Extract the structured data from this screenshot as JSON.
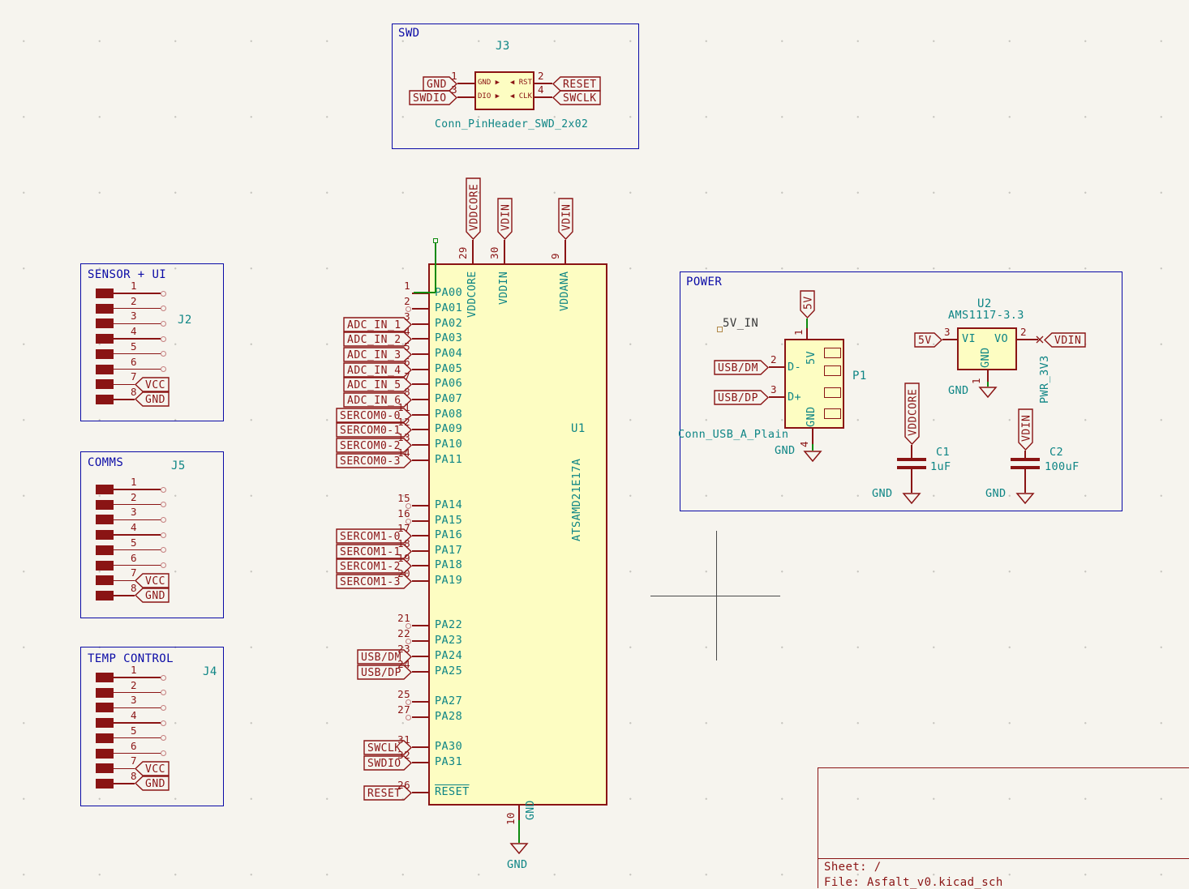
{
  "colors": {
    "background": "#F6F4EE",
    "outline_red": "#8A1414",
    "fill_yellow": "#FDFDC2",
    "teal": "#0E8585",
    "blue": "#0A0AA6",
    "wire_green": "#0E8A0E",
    "text_black": "#3A3A3A"
  },
  "swd": {
    "title": "SWD",
    "ref": "J3",
    "value": "Conn_PinHeader_SWD_2x02",
    "left_pins": [
      {
        "num": "1",
        "label": "GND",
        "internal": "GND ▶"
      },
      {
        "num": "3",
        "label": "SWDIO",
        "internal": "DIO ▶"
      }
    ],
    "right_pins": [
      {
        "num": "2",
        "label": "RESET",
        "internal": "◀ RST"
      },
      {
        "num": "4",
        "label": "SWCLK",
        "internal": "◀ CLK"
      }
    ]
  },
  "connectors": [
    {
      "title": "SENSOR + UI",
      "ref": "J2",
      "pins": [
        "1",
        "2",
        "3",
        "4",
        "5",
        "6",
        "7",
        "8"
      ],
      "vcc": "VCC",
      "gnd": "GND"
    },
    {
      "title": "COMMS",
      "ref": "J5",
      "pins": [
        "1",
        "2",
        "3",
        "4",
        "5",
        "6",
        "7",
        "8"
      ],
      "vcc": "VCC",
      "gnd": "GND"
    },
    {
      "title": "TEMP CONTROL",
      "ref": "J4",
      "pins": [
        "1",
        "2",
        "3",
        "4",
        "5",
        "6",
        "7",
        "8"
      ],
      "vcc": "VCC",
      "gnd": "GND"
    }
  ],
  "mcu": {
    "ref": "U1",
    "value": "ATSAMD21E17A",
    "gnd": "GND",
    "top_pins": [
      {
        "num": "29",
        "name": "VDDCORE",
        "label": "VDDCORE"
      },
      {
        "num": "30",
        "name": "VDDIN",
        "label": "VDIN"
      },
      {
        "num": "9",
        "name": "VDDANA",
        "label": "VDIN"
      }
    ],
    "left_pins": [
      {
        "num": "1",
        "name": "PA00",
        "wire": true
      },
      {
        "num": "2",
        "name": "PA01",
        "nc": true
      },
      {
        "num": "3",
        "name": "PA02",
        "label": "ADC_IN_1"
      },
      {
        "num": "4",
        "name": "PA03",
        "label": "ADC_IN_2"
      },
      {
        "num": "5",
        "name": "PA04",
        "label": "ADC_IN_3"
      },
      {
        "num": "6",
        "name": "PA05",
        "label": "ADC_IN_4"
      },
      {
        "num": "7",
        "name": "PA06",
        "label": "ADC_IN_5"
      },
      {
        "num": "8",
        "name": "PA07",
        "label": "ADC_IN_6"
      },
      {
        "num": "11",
        "name": "PA08",
        "label": "SERCOM0-0"
      },
      {
        "num": "12",
        "name": "PA09",
        "label": "SERCOM0-1"
      },
      {
        "num": "13",
        "name": "PA10",
        "label": "SERCOM0-2"
      },
      {
        "num": "14",
        "name": "PA11",
        "label": "SERCOM0-3"
      },
      {
        "num": "15",
        "name": "PA14",
        "nc": true
      },
      {
        "num": "16",
        "name": "PA15",
        "nc": true
      },
      {
        "num": "17",
        "name": "PA16",
        "label": "SERCOM1-0"
      },
      {
        "num": "18",
        "name": "PA17",
        "label": "SERCOM1-1"
      },
      {
        "num": "19",
        "name": "PA18",
        "label": "SERCOM1-2"
      },
      {
        "num": "20",
        "name": "PA19",
        "label": "SERCOM1-3"
      },
      {
        "num": "21",
        "name": "PA22",
        "nc": true
      },
      {
        "num": "22",
        "name": "PA23",
        "nc": true
      },
      {
        "num": "23",
        "name": "PA24",
        "label": "USB/DM"
      },
      {
        "num": "24",
        "name": "PA25",
        "label": "USB/DP"
      },
      {
        "num": "25",
        "name": "PA27",
        "nc": true
      },
      {
        "num": "27",
        "name": "PA28",
        "nc": true
      },
      {
        "num": "31",
        "name": "PA30",
        "label": "SWCLK"
      },
      {
        "num": "32",
        "name": "PA31",
        "label": "SWDIO"
      },
      {
        "num": "26",
        "name": "RESET",
        "label": "RESET",
        "overline": true
      }
    ],
    "bottom_pin": {
      "num": "10",
      "name": "GND"
    }
  },
  "power": {
    "title": "POWER",
    "note": "5V_IN",
    "gnd": "GND",
    "usb": {
      "ref": "P1",
      "value": "Conn_USB_A_Plain",
      "pin1": {
        "num": "1",
        "name": "5V",
        "label": "5V"
      },
      "pin2": {
        "num": "2",
        "name": "D-",
        "label": "USB/DM"
      },
      "pin3": {
        "num": "3",
        "name": "D+",
        "label": "USB/DP"
      },
      "pin4": {
        "num": "4",
        "name": "GND"
      }
    },
    "regulator": {
      "ref": "U2",
      "value": "AMS1117-3.3",
      "net": "PWR_3V3",
      "pin_in": {
        "num": "3",
        "name": "VI",
        "label": "5V"
      },
      "pin_out": {
        "num": "2",
        "name": "VO",
        "label": "VDIN"
      },
      "pin_gnd": {
        "num": "1",
        "name": "GND"
      }
    },
    "caps": [
      {
        "ref": "C1",
        "value": "1uF",
        "label": "VDDCORE"
      },
      {
        "ref": "C2",
        "value": "100uF",
        "label": "VDIN"
      }
    ]
  },
  "title_block": {
    "sheet": "Sheet: /",
    "file": "File: Asfalt_v0.kicad_sch"
  }
}
